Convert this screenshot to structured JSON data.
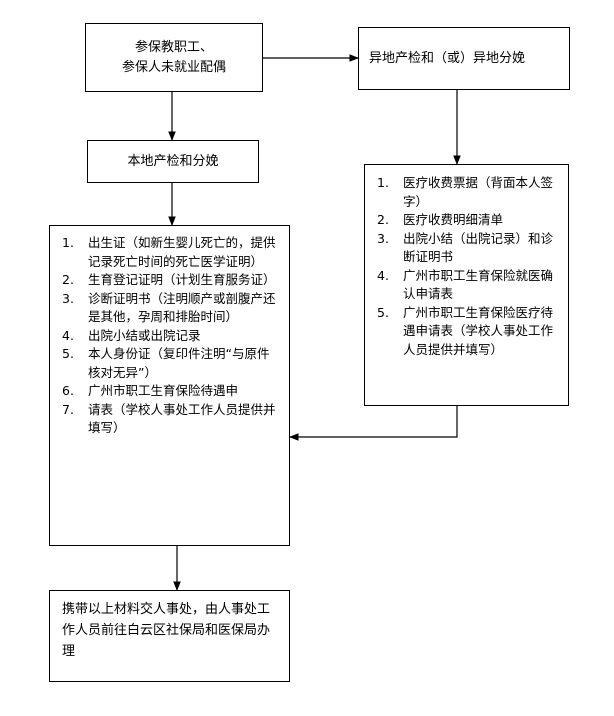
{
  "start": {
    "lines": [
      "参保教职工、",
      "参保人未就业配偶"
    ]
  },
  "remote": {
    "title": "异地产检和（或）异地分娩"
  },
  "local": {
    "title": "本地产检和分娩"
  },
  "remote_docs": {
    "items": [
      {
        "num": "1.",
        "text": "医疗收费票据（背面本人签字）"
      },
      {
        "num": "2.",
        "text": "医疗收费明细清单"
      },
      {
        "num": "3.",
        "text": "出院小结（出院记录）和诊断证明书"
      },
      {
        "num": "4.",
        "text": "广州市职工生育保险就医确认申请表"
      },
      {
        "num": "5.",
        "text": "广州市职工生育保险医疗待遇申请表（学校人事处工作人员提供并填写）"
      }
    ]
  },
  "local_docs": {
    "items": [
      {
        "num": "1.",
        "text": "出生证（如新生婴儿死亡的，提供记录死亡时间的死亡医学证明）"
      },
      {
        "num": "2.",
        "text": "生育登记证明（计划生育服务证）"
      },
      {
        "num": "3.",
        "text": "诊断证明书（注明顺产或剖腹产还是其他，孕周和排胎时间）"
      },
      {
        "num": "4.",
        "text": "出院小结或出院记录"
      },
      {
        "num": "5.",
        "text": "本人身份证（复印件注明“与原件核对无异”）"
      },
      {
        "num": "6.",
        "text": "广州市职工生育保险待遇申"
      },
      {
        "num": "7.",
        "text": "请表（学校人事处工作人员提供并填写）"
      }
    ]
  },
  "final": {
    "text": "携带以上材料交人事处，由人事处工作人员前往白云区社保局和医保局办理"
  }
}
